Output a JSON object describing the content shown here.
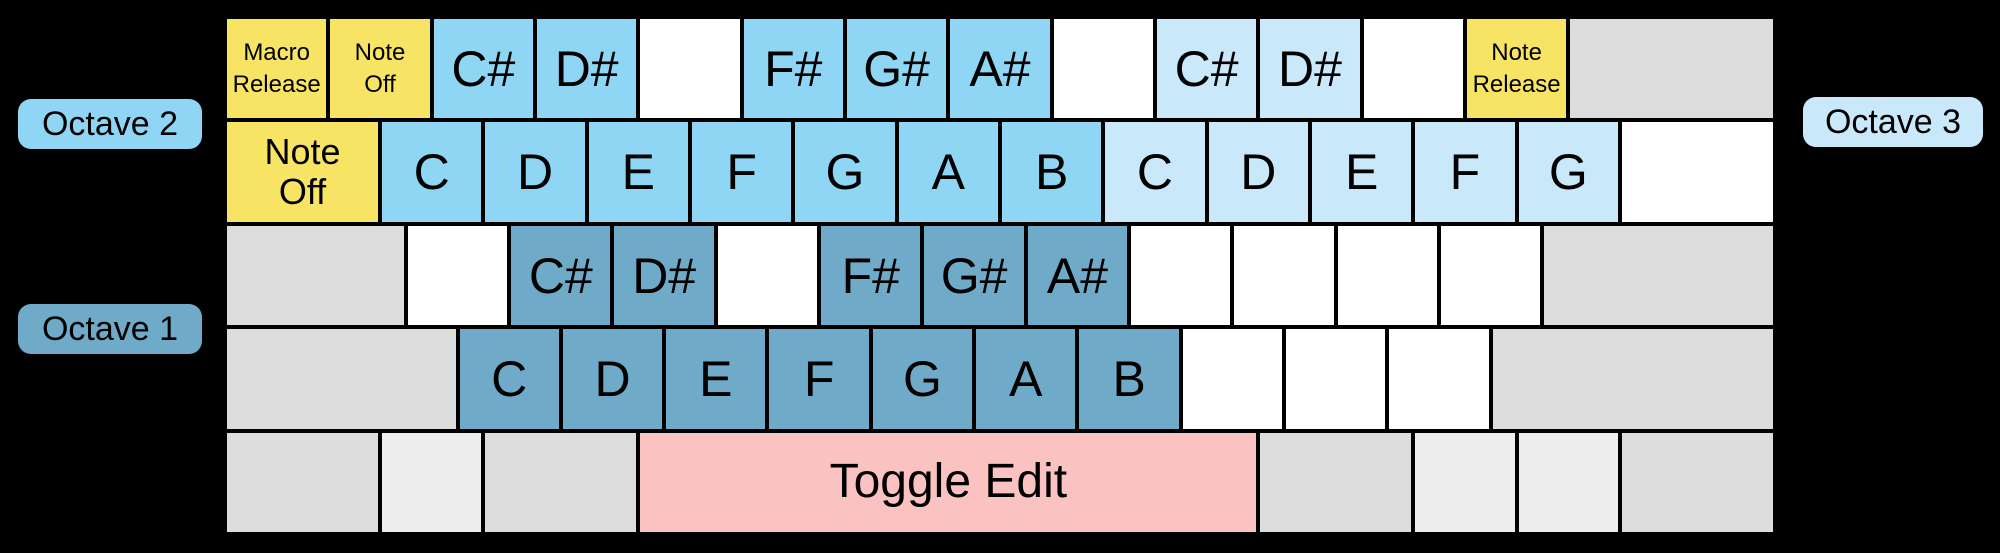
{
  "colors": {
    "background": "#000000",
    "octave1": "#6fabc9",
    "octave2": "#8fd6f4",
    "octave3": "#c9e9fb",
    "special": "#f7e464",
    "toggle": "#fbc2c2",
    "modifier": "#dcdcdc",
    "modifier_light": "#ededed",
    "unmapped": "#ffffff"
  },
  "octave_labels": [
    {
      "label": "Octave 2",
      "side": "left",
      "color": "octave2",
      "name": "octave-2-label"
    },
    {
      "label": "Octave 1",
      "side": "left",
      "color": "octave1",
      "name": "octave-1-label"
    },
    {
      "label": "Octave 3",
      "side": "right",
      "color": "octave3",
      "name": "octave-3-label"
    }
  ],
  "keyboard": {
    "rows": [
      {
        "name": "number-row",
        "keys": [
          {
            "name": "key-macro-release",
            "lines": [
              "Macro",
              "Release"
            ],
            "color": "special",
            "u": 1,
            "size": "sm"
          },
          {
            "name": "key-note-off",
            "lines": [
              "Note",
              "Off"
            ],
            "color": "special",
            "u": 1,
            "size": "sm"
          },
          {
            "name": "key-csharp-octave2",
            "lines": [
              "C#"
            ],
            "color": "octave2",
            "u": 1,
            "size": "lg"
          },
          {
            "name": "key-dsharp-octave2",
            "lines": [
              "D#"
            ],
            "color": "octave2",
            "u": 1,
            "size": "lg"
          },
          {
            "name": "key-unmapped",
            "lines": [],
            "color": "unmapped",
            "u": 1
          },
          {
            "name": "key-fsharp-octave2",
            "lines": [
              "F#"
            ],
            "color": "octave2",
            "u": 1,
            "size": "lg"
          },
          {
            "name": "key-gsharp-octave2",
            "lines": [
              "G#"
            ],
            "color": "octave2",
            "u": 1,
            "size": "lg"
          },
          {
            "name": "key-asharp-octave2",
            "lines": [
              "A#"
            ],
            "color": "octave2",
            "u": 1,
            "size": "lg"
          },
          {
            "name": "key-unmapped",
            "lines": [],
            "color": "unmapped",
            "u": 1
          },
          {
            "name": "key-csharp-octave3",
            "lines": [
              "C#"
            ],
            "color": "octave3",
            "u": 1,
            "size": "lg"
          },
          {
            "name": "key-dsharp-octave3",
            "lines": [
              "D#"
            ],
            "color": "octave3",
            "u": 1,
            "size": "lg"
          },
          {
            "name": "key-unmapped",
            "lines": [],
            "color": "unmapped",
            "u": 1
          },
          {
            "name": "key-note-release",
            "lines": [
              "Note",
              "Release"
            ],
            "color": "special",
            "u": 1,
            "size": "sm"
          },
          {
            "name": "key-modifier",
            "lines": [],
            "color": "modifier",
            "u": 2
          }
        ]
      },
      {
        "name": "qwerty-row",
        "keys": [
          {
            "name": "key-note-off-tab",
            "lines": [
              "Note",
              "Off"
            ],
            "color": "special",
            "u": 1.5,
            "size": "md"
          },
          {
            "name": "key-c-octave2",
            "lines": [
              "C"
            ],
            "color": "octave2",
            "u": 1,
            "size": "lg"
          },
          {
            "name": "key-d-octave2",
            "lines": [
              "D"
            ],
            "color": "octave2",
            "u": 1,
            "size": "lg"
          },
          {
            "name": "key-e-octave2",
            "lines": [
              "E"
            ],
            "color": "octave2",
            "u": 1,
            "size": "lg"
          },
          {
            "name": "key-f-octave2",
            "lines": [
              "F"
            ],
            "color": "octave2",
            "u": 1,
            "size": "lg"
          },
          {
            "name": "key-g-octave2",
            "lines": [
              "G"
            ],
            "color": "octave2",
            "u": 1,
            "size": "lg"
          },
          {
            "name": "key-a-octave2",
            "lines": [
              "A"
            ],
            "color": "octave2",
            "u": 1,
            "size": "lg"
          },
          {
            "name": "key-b-octave2",
            "lines": [
              "B"
            ],
            "color": "octave2",
            "u": 1,
            "size": "lg"
          },
          {
            "name": "key-c-octave3",
            "lines": [
              "C"
            ],
            "color": "octave3",
            "u": 1,
            "size": "lg"
          },
          {
            "name": "key-d-octave3",
            "lines": [
              "D"
            ],
            "color": "octave3",
            "u": 1,
            "size": "lg"
          },
          {
            "name": "key-e-octave3",
            "lines": [
              "E"
            ],
            "color": "octave3",
            "u": 1,
            "size": "lg"
          },
          {
            "name": "key-f-octave3",
            "lines": [
              "F"
            ],
            "color": "octave3",
            "u": 1,
            "size": "lg"
          },
          {
            "name": "key-g-octave3",
            "lines": [
              "G"
            ],
            "color": "octave3",
            "u": 1,
            "size": "lg"
          },
          {
            "name": "key-unmapped",
            "lines": [],
            "color": "unmapped",
            "u": 1.5
          }
        ]
      },
      {
        "name": "home-row",
        "keys": [
          {
            "name": "key-modifier",
            "lines": [],
            "color": "modifier",
            "u": 1.75
          },
          {
            "name": "key-unmapped",
            "lines": [],
            "color": "unmapped",
            "u": 1
          },
          {
            "name": "key-csharp-octave1",
            "lines": [
              "C#"
            ],
            "color": "octave1",
            "u": 1,
            "size": "lg"
          },
          {
            "name": "key-dsharp-octave1",
            "lines": [
              "D#"
            ],
            "color": "octave1",
            "u": 1,
            "size": "lg"
          },
          {
            "name": "key-unmapped",
            "lines": [],
            "color": "unmapped",
            "u": 1
          },
          {
            "name": "key-fsharp-octave1",
            "lines": [
              "F#"
            ],
            "color": "octave1",
            "u": 1,
            "size": "lg"
          },
          {
            "name": "key-gsharp-octave1",
            "lines": [
              "G#"
            ],
            "color": "octave1",
            "u": 1,
            "size": "lg"
          },
          {
            "name": "key-asharp-octave1",
            "lines": [
              "A#"
            ],
            "color": "octave1",
            "u": 1,
            "size": "lg"
          },
          {
            "name": "key-unmapped",
            "lines": [],
            "color": "unmapped",
            "u": 1
          },
          {
            "name": "key-unmapped",
            "lines": [],
            "color": "unmapped",
            "u": 1
          },
          {
            "name": "key-unmapped",
            "lines": [],
            "color": "unmapped",
            "u": 1
          },
          {
            "name": "key-unmapped",
            "lines": [],
            "color": "unmapped",
            "u": 1
          },
          {
            "name": "key-modifier",
            "lines": [],
            "color": "modifier",
            "u": 2.25
          }
        ]
      },
      {
        "name": "shift-row",
        "keys": [
          {
            "name": "key-modifier",
            "lines": [],
            "color": "modifier",
            "u": 2.25
          },
          {
            "name": "key-c-octave1",
            "lines": [
              "C"
            ],
            "color": "octave1",
            "u": 1,
            "size": "lg"
          },
          {
            "name": "key-d-octave1",
            "lines": [
              "D"
            ],
            "color": "octave1",
            "u": 1,
            "size": "lg"
          },
          {
            "name": "key-e-octave1",
            "lines": [
              "E"
            ],
            "color": "octave1",
            "u": 1,
            "size": "lg"
          },
          {
            "name": "key-f-octave1",
            "lines": [
              "F"
            ],
            "color": "octave1",
            "u": 1,
            "size": "lg"
          },
          {
            "name": "key-g-octave1",
            "lines": [
              "G"
            ],
            "color": "octave1",
            "u": 1,
            "size": "lg"
          },
          {
            "name": "key-a-octave1",
            "lines": [
              "A"
            ],
            "color": "octave1",
            "u": 1,
            "size": "lg"
          },
          {
            "name": "key-b-octave1",
            "lines": [
              "B"
            ],
            "color": "octave1",
            "u": 1,
            "size": "lg"
          },
          {
            "name": "key-unmapped",
            "lines": [],
            "color": "unmapped",
            "u": 1
          },
          {
            "name": "key-unmapped",
            "lines": [],
            "color": "unmapped",
            "u": 1
          },
          {
            "name": "key-unmapped",
            "lines": [],
            "color": "unmapped",
            "u": 1
          },
          {
            "name": "key-modifier",
            "lines": [],
            "color": "modifier",
            "u": 2.75
          }
        ]
      },
      {
        "name": "bottom-row",
        "keys": [
          {
            "name": "key-modifier",
            "lines": [],
            "color": "modifier",
            "u": 1.5
          },
          {
            "name": "key-modifier",
            "lines": [],
            "color": "modifier_light",
            "u": 1
          },
          {
            "name": "key-modifier",
            "lines": [],
            "color": "modifier",
            "u": 1.5
          },
          {
            "name": "key-toggle-edit",
            "lines": [
              "Toggle Edit"
            ],
            "color": "toggle",
            "u": 6,
            "size": "lg2"
          },
          {
            "name": "key-modifier",
            "lines": [],
            "color": "modifier",
            "u": 1.5
          },
          {
            "name": "key-modifier",
            "lines": [],
            "color": "modifier_light",
            "u": 1
          },
          {
            "name": "key-modifier",
            "lines": [],
            "color": "modifier_light",
            "u": 1
          },
          {
            "name": "key-modifier",
            "lines": [],
            "color": "modifier",
            "u": 1.5
          }
        ]
      }
    ]
  }
}
